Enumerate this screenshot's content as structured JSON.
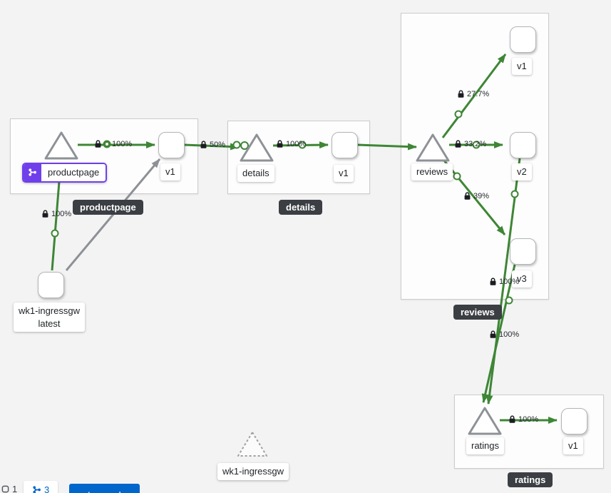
{
  "colors": {
    "edge_green": "#3e8635",
    "edge_gray": "#8d9196",
    "selected_purple": "#703fec",
    "group_badge_bg": "#3b3e42",
    "button_blue": "#0066cc"
  },
  "groups": {
    "productpage": {
      "badge": "productpage"
    },
    "details": {
      "badge": "details"
    },
    "reviews": {
      "badge": "reviews"
    },
    "ratings": {
      "badge": "ratings"
    }
  },
  "nodes": {
    "productpage_service": "productpage",
    "productpage_v1": "v1",
    "ingress_name": "wk1-ingressgw",
    "ingress_version": "latest",
    "details_service": "details",
    "details_v1": "v1",
    "reviews_service": "reviews",
    "reviews_v1": "v1",
    "reviews_v2": "v2",
    "reviews_v3": "v3",
    "ratings_service": "ratings",
    "ratings_v1": "v1",
    "idle_workload": "wk1-ingressgw"
  },
  "edges": {
    "ingress_to_productpage": "100%",
    "productpage_to_v1": "100%",
    "productpage_v1_to_details": "50%",
    "details_to_v1": "100%",
    "reviews_to_v1": "27.7%",
    "reviews_to_v2": "33.2%",
    "reviews_to_v3": "39%",
    "reviews_v3_to_ratings": "100%",
    "reviews_v2_to_ratings": "100%",
    "ratings_to_v1": "100%"
  },
  "toolbar": {
    "workload_count": "1",
    "app_count": "3",
    "legend_button": "Legend"
  }
}
